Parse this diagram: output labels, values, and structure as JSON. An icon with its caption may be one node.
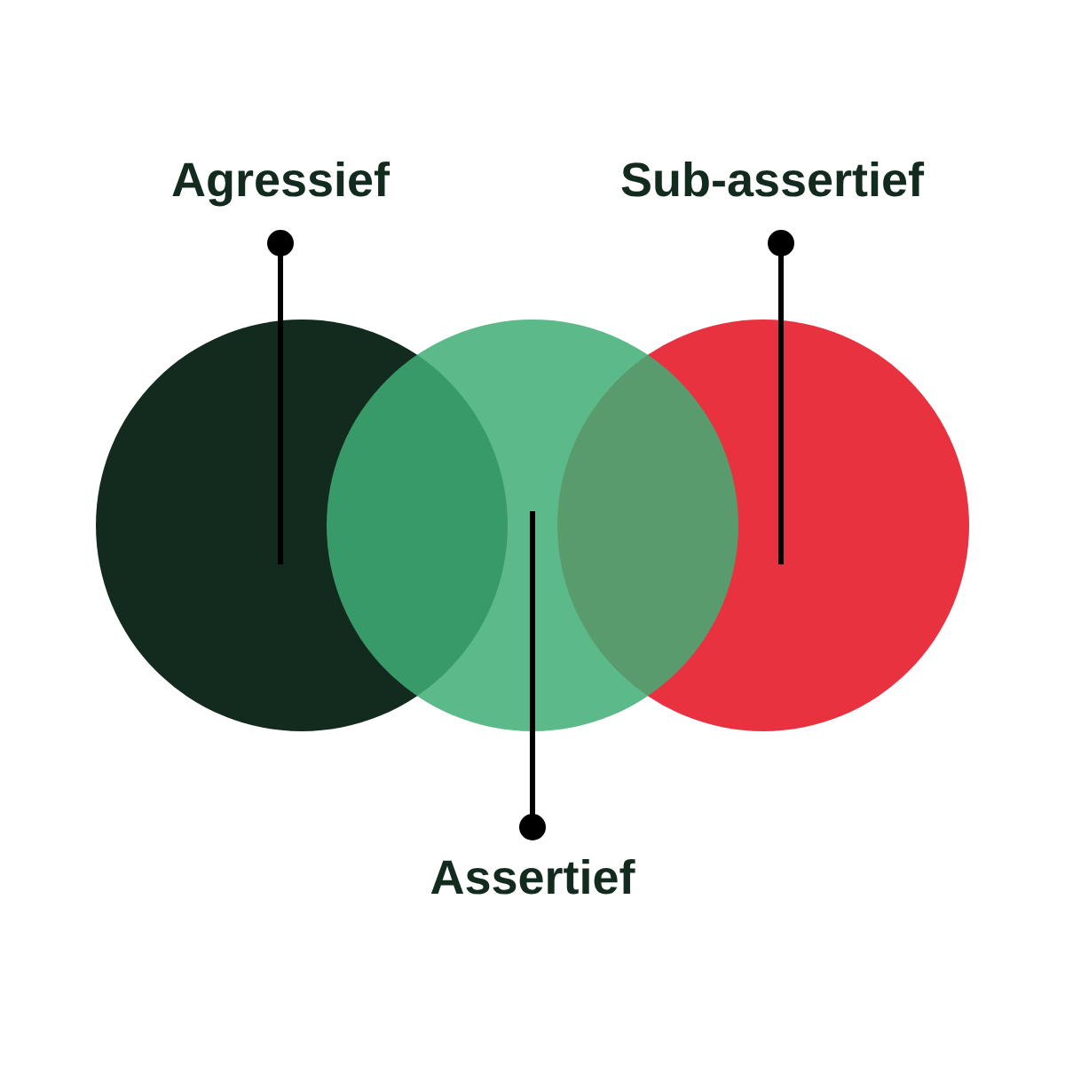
{
  "diagram": {
    "nodes": [
      {
        "text": [
          "Agressief"
        ]
      },
      {
        "text": [
          "Sub-assertief"
        ]
      },
      {
        "text": [],
        "shape": "circle"
      },
      {
        "text": [],
        "shape": "circle"
      },
      {
        "text": [],
        "shape": "circle"
      },
      {
        "text": [
          "Assertief"
        ]
      }
    ],
    "edges": [
      {
        "from": 0,
        "to": 2,
        "arrow": "other"
      },
      {
        "from": 1,
        "to": 4,
        "arrow": "other"
      },
      {
        "from": 5,
        "to": 3,
        "arrow": "other"
      }
    ]
  }
}
